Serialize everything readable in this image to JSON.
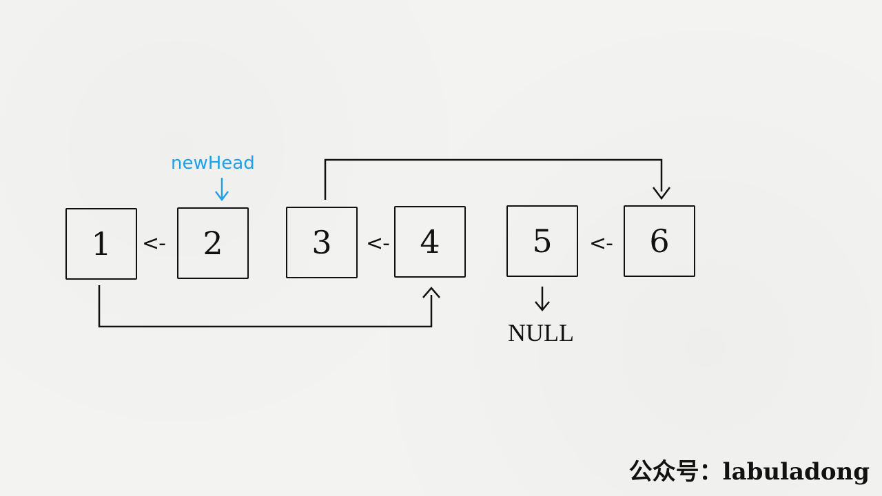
{
  "nodes": [
    {
      "value": "1"
    },
    {
      "value": "2"
    },
    {
      "value": "3"
    },
    {
      "value": "4"
    },
    {
      "value": "5"
    },
    {
      "value": "6"
    }
  ],
  "reverse_arrow_text": "<-",
  "pointer": {
    "label": "newHead"
  },
  "null_text": "NULL",
  "watermark": "公众号：labuladong",
  "colors": {
    "pointer": "#1ea1e6",
    "ink": "#111111",
    "background": "#f3f3f1"
  }
}
